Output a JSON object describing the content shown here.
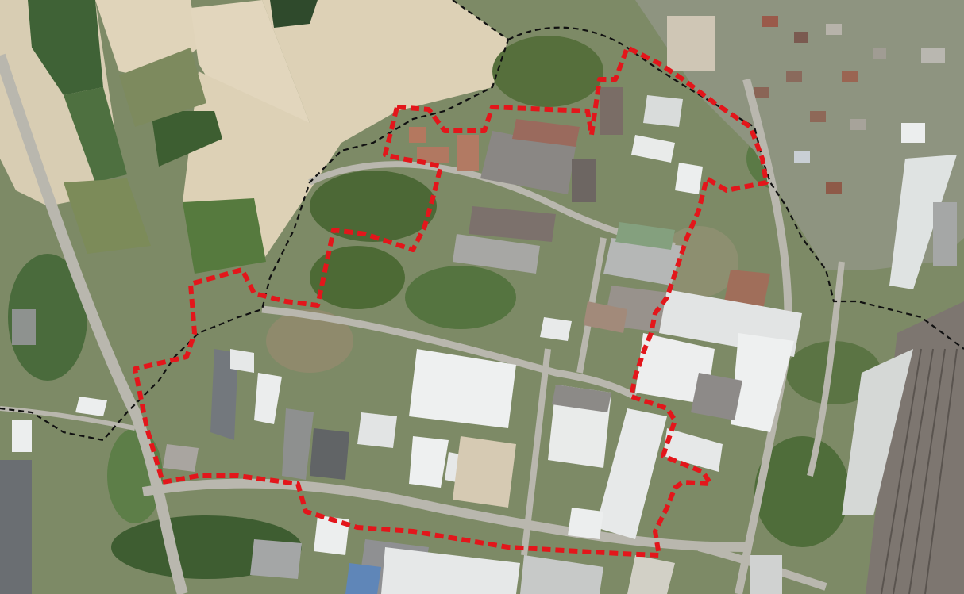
{
  "map": {
    "view": "aerial-photograph",
    "overlays": [
      {
        "name": "municipal-boundary",
        "style": "dashed",
        "color": "#111111"
      },
      {
        "name": "study-area-perimeter",
        "style": "dashed",
        "color": "#e3161b"
      }
    ]
  },
  "colors": {
    "fields_light": "#d9cdb4",
    "fields_green": "#5f7a46",
    "vegetation_dark": "#3e5a2e",
    "roads": "#b8b6ae",
    "roofs_grey": "#a4a6a6",
    "roofs_white": "#eceeee",
    "roofs_red": "#b87d66",
    "rail": "#77706a"
  }
}
